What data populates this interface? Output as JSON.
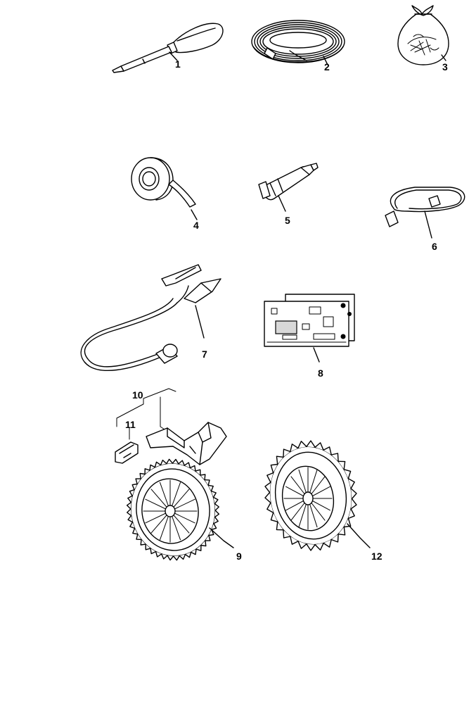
{
  "parts": [
    {
      "callout": "1",
      "icon": "screwdriver-icon"
    },
    {
      "callout": "2",
      "icon": "cable-coil-icon"
    },
    {
      "callout": "3",
      "icon": "parts-bag-icon"
    },
    {
      "callout": "4",
      "icon": "tape-roll-icon"
    },
    {
      "callout": "5",
      "icon": "grease-tube-icon"
    },
    {
      "callout": "6",
      "icon": "ribbon-cable-icon"
    },
    {
      "callout": "7",
      "icon": "clip-cable-icon"
    },
    {
      "callout": "8",
      "icon": "circuit-board-icon"
    },
    {
      "callout": "9",
      "icon": "wheel-icon"
    },
    {
      "callout": "10",
      "icon": "bracket-icon"
    },
    {
      "callout": "11",
      "icon": "clip-icon"
    },
    {
      "callout": "12",
      "icon": "wheel-spiked-icon"
    }
  ]
}
